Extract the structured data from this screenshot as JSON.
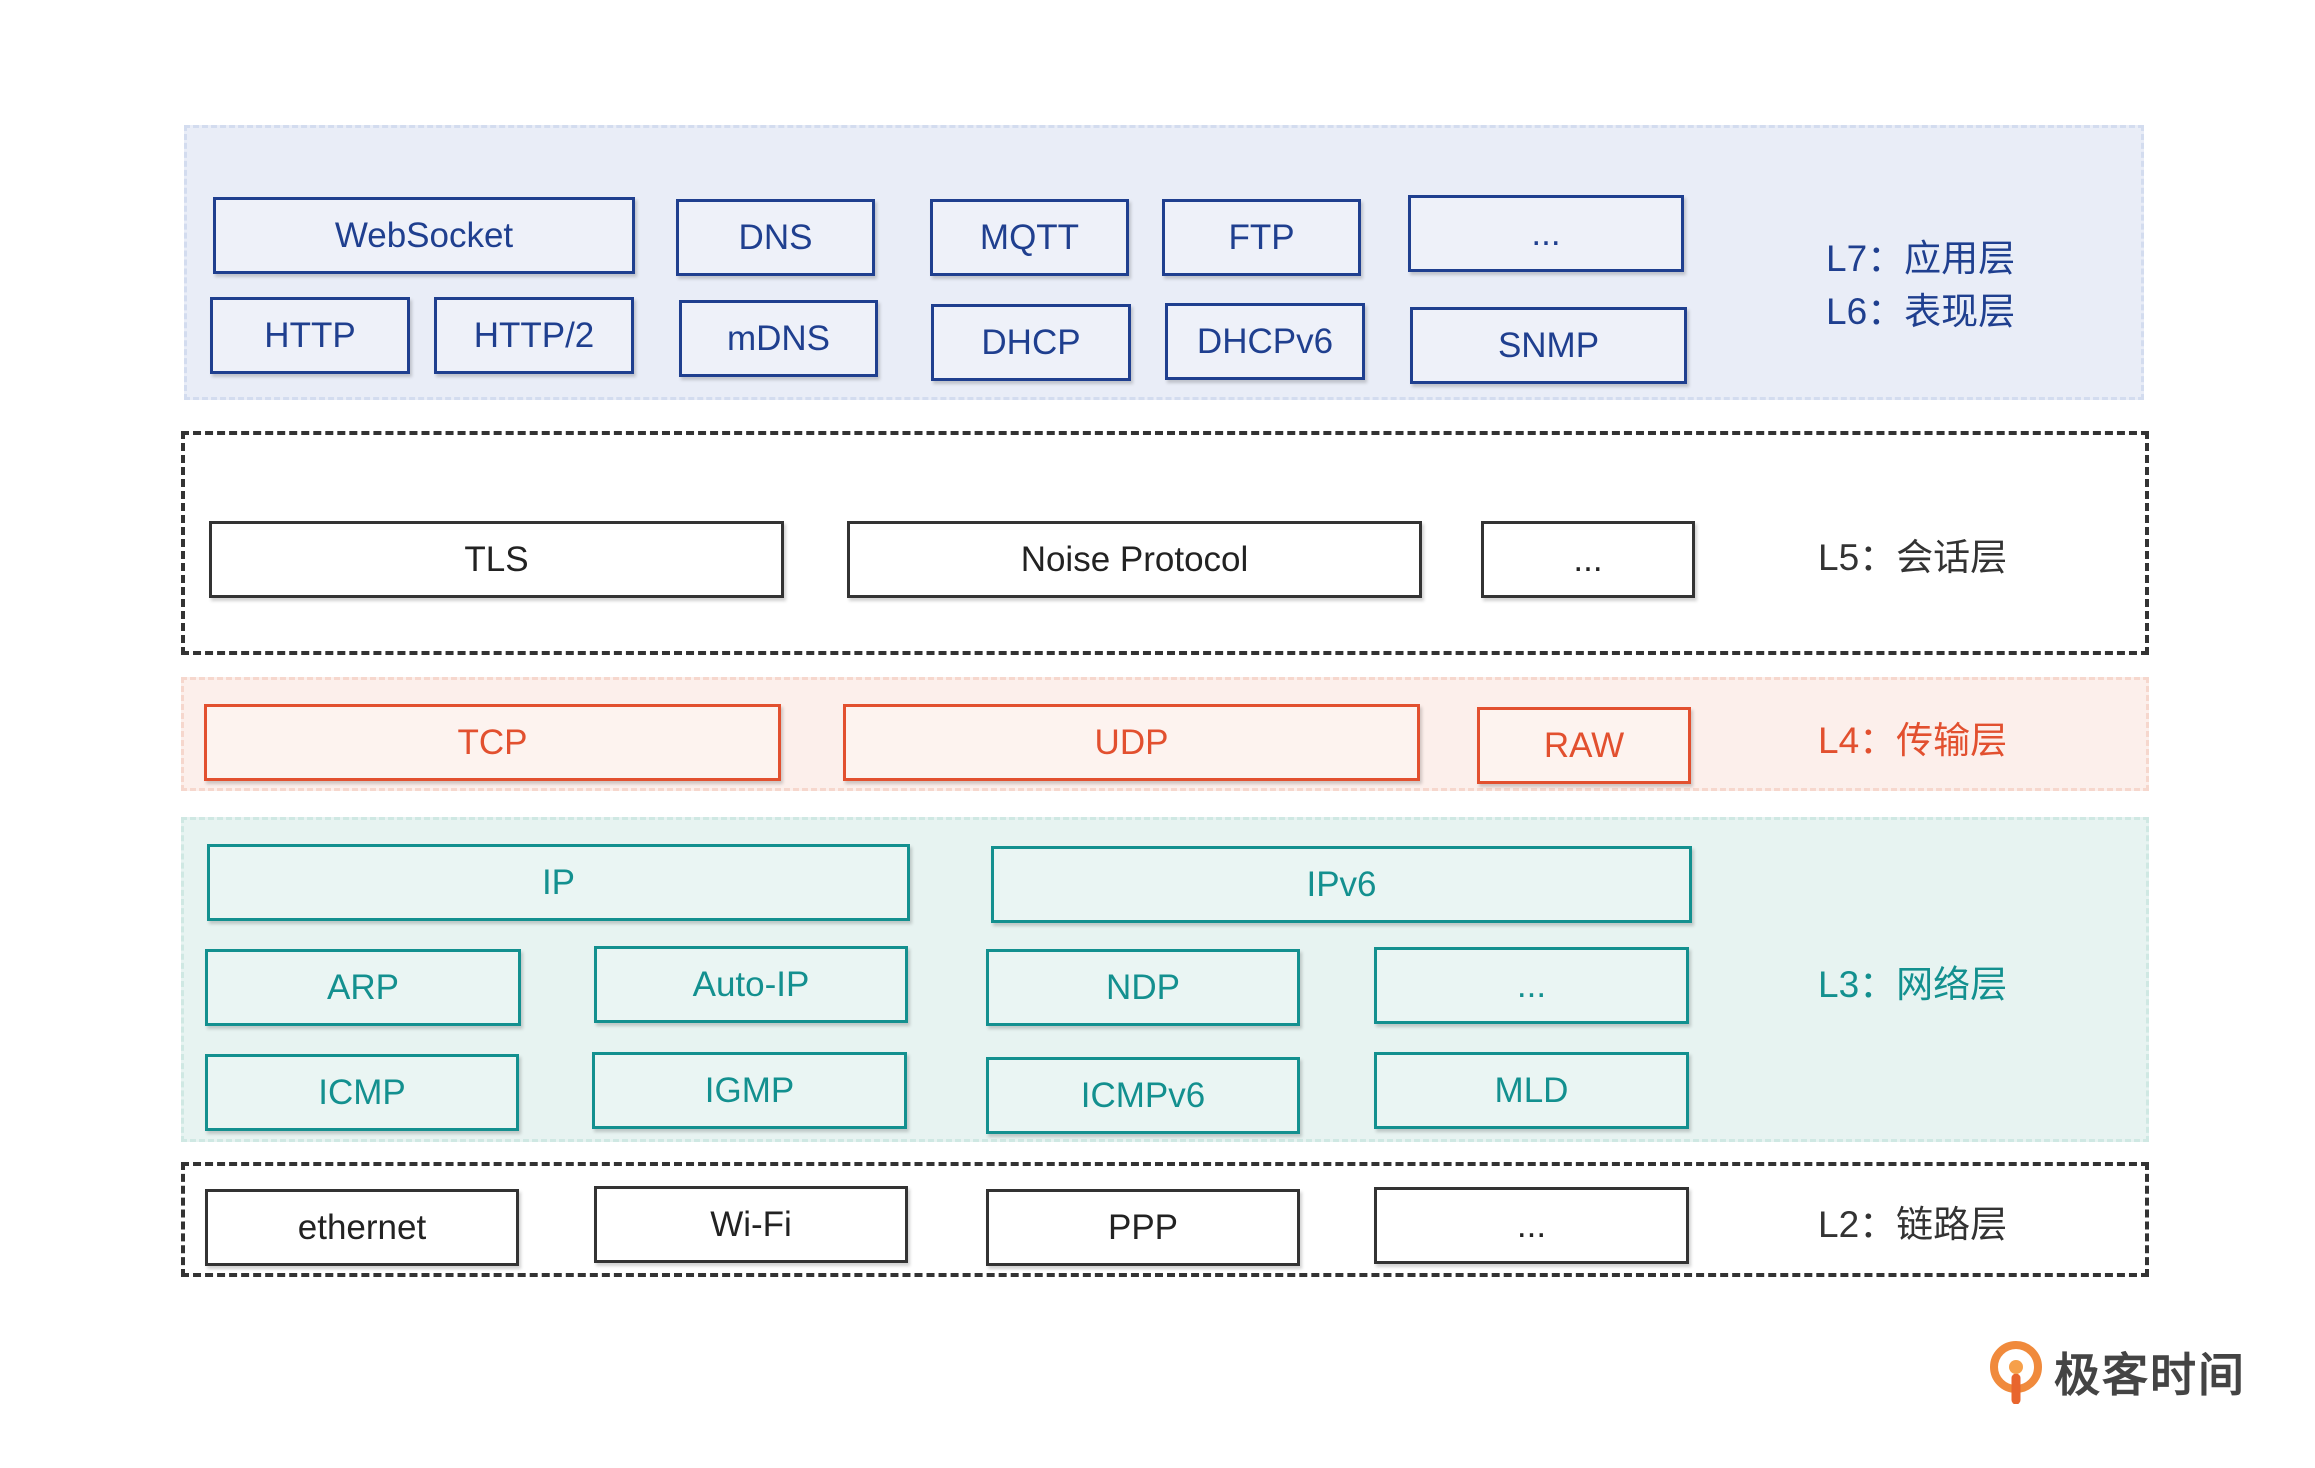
{
  "l7": {
    "label_line1": "L7：应用层",
    "label_line2": "L6：表现层",
    "boxes": [
      "WebSocket",
      "DNS",
      "MQTT",
      "FTP",
      "...",
      "HTTP",
      "HTTP/2",
      "mDNS",
      "DHCP",
      "DHCPv6",
      "SNMP"
    ]
  },
  "l5": {
    "label": "L5：会话层",
    "boxes": [
      "TLS",
      "Noise Protocol",
      "..."
    ]
  },
  "l4": {
    "label": "L4：传输层",
    "boxes": [
      "TCP",
      "UDP",
      "RAW"
    ]
  },
  "l3": {
    "label": "L3：网络层",
    "boxes": [
      "IP",
      "IPv6",
      "ARP",
      "Auto-IP",
      "NDP",
      "...",
      "ICMP",
      "IGMP",
      "ICMPv6",
      "MLD"
    ]
  },
  "l2": {
    "label": "L2：链路层",
    "boxes": [
      "ethernet",
      "Wi-Fi",
      "PPP",
      "..."
    ]
  },
  "brand": {
    "name": "极客时间",
    "logo_icon": "geektime-logo-icon"
  },
  "colors": {
    "application": "#1f3f8f",
    "session": "#333333",
    "transport": "#e2502f",
    "network": "#13908f",
    "link": "#333333"
  }
}
